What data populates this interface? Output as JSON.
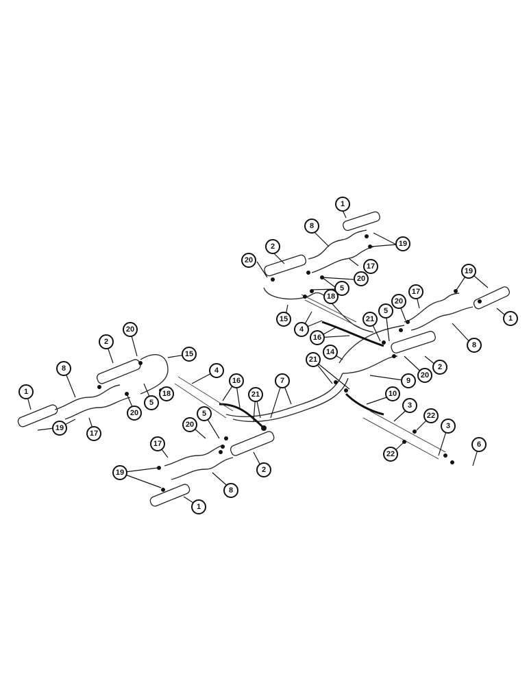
{
  "callouts": [
    {
      "id": "c1a",
      "text": "1"
    },
    {
      "id": "c8a",
      "text": "8"
    },
    {
      "id": "c19a",
      "text": "19"
    },
    {
      "id": "c2a",
      "text": "2"
    },
    {
      "id": "c20a",
      "text": "20"
    },
    {
      "id": "c17a",
      "text": "17"
    },
    {
      "id": "c20b",
      "text": "20"
    },
    {
      "id": "c5a",
      "text": "5"
    },
    {
      "id": "c18a",
      "text": "18"
    },
    {
      "id": "c15a",
      "text": "15"
    },
    {
      "id": "c4a",
      "text": "4"
    },
    {
      "id": "c19b",
      "text": "19"
    },
    {
      "id": "c17b",
      "text": "17"
    },
    {
      "id": "c1b",
      "text": "1"
    },
    {
      "id": "c20c",
      "text": "20"
    },
    {
      "id": "c5b",
      "text": "5"
    },
    {
      "id": "c21a",
      "text": "21"
    },
    {
      "id": "c16a",
      "text": "16"
    },
    {
      "id": "c8b",
      "text": "8"
    },
    {
      "id": "c14",
      "text": "14"
    },
    {
      "id": "c2b",
      "text": "2"
    },
    {
      "id": "c20d",
      "text": "20"
    },
    {
      "id": "c21b",
      "text": "21"
    },
    {
      "id": "c9",
      "text": "9"
    },
    {
      "id": "c10",
      "text": "10"
    },
    {
      "id": "c3a",
      "text": "3"
    },
    {
      "id": "c22a",
      "text": "22"
    },
    {
      "id": "c3b",
      "text": "3"
    },
    {
      "id": "c22b",
      "text": "22"
    },
    {
      "id": "c6",
      "text": "6"
    },
    {
      "id": "c2c",
      "text": "2"
    },
    {
      "id": "c20e",
      "text": "20"
    },
    {
      "id": "c15b",
      "text": "15"
    },
    {
      "id": "c4b",
      "text": "4"
    },
    {
      "id": "c8c",
      "text": "8"
    },
    {
      "id": "c1c",
      "text": "1"
    },
    {
      "id": "c19c",
      "text": "19"
    },
    {
      "id": "c17c",
      "text": "17"
    },
    {
      "id": "c20f",
      "text": "20"
    },
    {
      "id": "c5c",
      "text": "5"
    },
    {
      "id": "c18b",
      "text": "18"
    },
    {
      "id": "c16b",
      "text": "16"
    },
    {
      "id": "c21c",
      "text": "21"
    },
    {
      "id": "c7",
      "text": "7"
    },
    {
      "id": "c20g",
      "text": "20"
    },
    {
      "id": "c5d",
      "text": "5"
    },
    {
      "id": "c2d",
      "text": "2"
    },
    {
      "id": "c17d",
      "text": "17"
    },
    {
      "id": "c19d",
      "text": "19"
    },
    {
      "id": "c8d",
      "text": "8"
    },
    {
      "id": "c1d",
      "text": "1"
    }
  ]
}
